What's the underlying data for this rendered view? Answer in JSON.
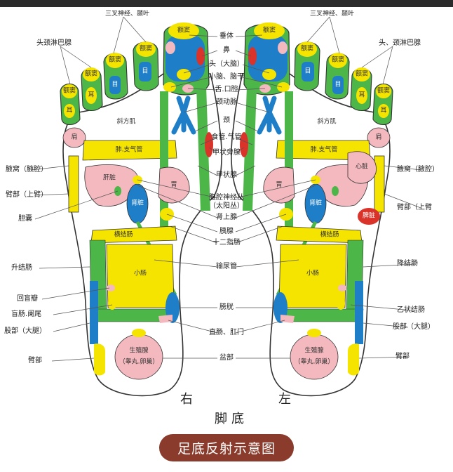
{
  "center_labels": [
    "垂体",
    "鼻",
    "头（大脑）",
    "小脑、脑干",
    "舌.口腔",
    "颈动脉",
    "颈",
    "食管.气管",
    "甲状旁腺",
    "甲状腺",
    "腹腔神经丛",
    "（太阳丛）",
    "肾上腺",
    "胰腺",
    "十二指肠",
    "输尿管",
    "膀胱",
    "直肠、肛门",
    "盆部"
  ],
  "left_side_labels": [
    "三叉神经、颞叶",
    "头颈淋巴腺",
    "腋窝（腋腔）",
    "臂部（上臂）",
    "胆囊",
    "升结肠",
    "回盲瓣",
    "盲肠.阑尾",
    "股部（大腿）",
    "臂部"
  ],
  "right_side_labels": [
    "三叉神经、颞叶",
    "头、颈淋巴腺",
    "腋窝（腋腔）",
    "臂部（上臂",
    "降结肠",
    "乙状结肠",
    "股部（大腿）",
    "臂部"
  ],
  "foot_labels": {
    "sinus": "额窦",
    "eye": "目",
    "ear": "耳",
    "trapezius": "斜方肌",
    "shoulder": "肩",
    "lung": "肺.支气管",
    "liver": "肝脏",
    "heart": "心脏",
    "stomach": "胃",
    "kidney": "肾脏",
    "spleen": "脾脏",
    "transverse_colon": "横结肠",
    "small_intestine": "小肠",
    "genital": "生殖腺",
    "genital_sub": "（睾丸.卵巢）"
  },
  "right_foot_mark": "右",
  "left_foot_mark": "左",
  "caption": "脚底",
  "title": "足底反射示意图",
  "colors": {
    "yellow": "#f5e400",
    "green": "#4cb648",
    "blue": "#1e7fc8",
    "pink": "#f4b8bf",
    "red": "#d9332a",
    "title_bg": "#8a3b2c"
  }
}
